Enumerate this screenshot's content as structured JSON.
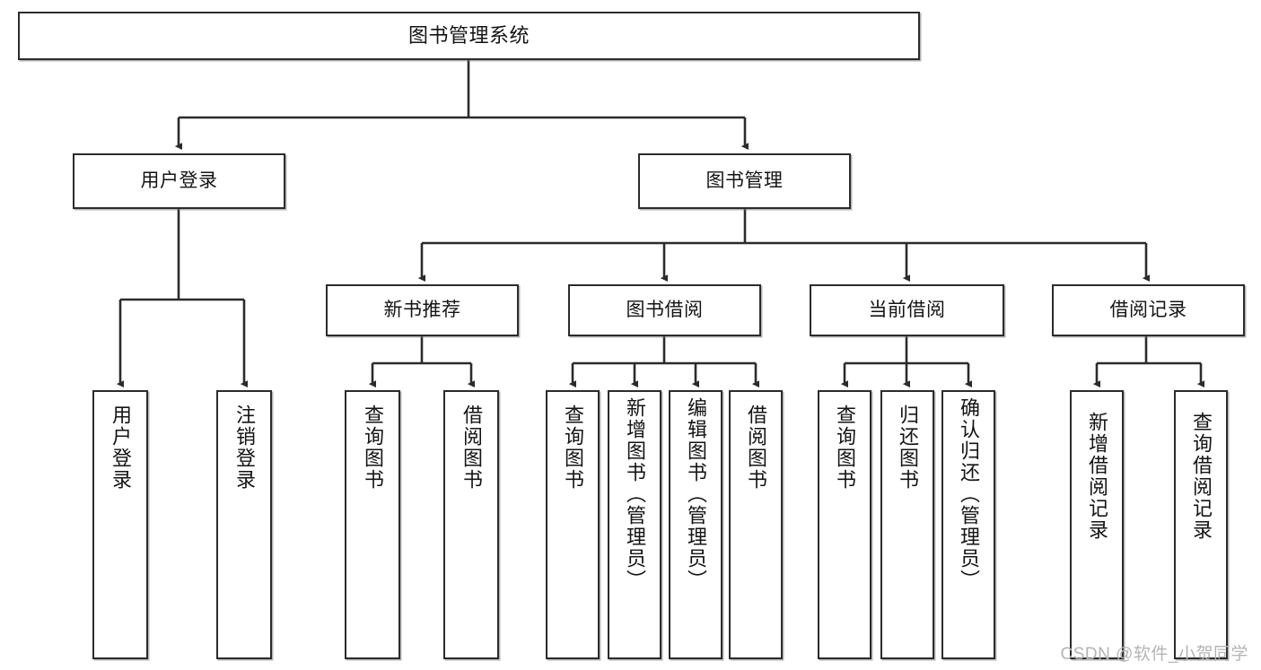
{
  "diagram": {
    "title": "图书管理系统",
    "watermark": "CSDN @软件_小贺同学",
    "stroke_color": "#2b2b2b",
    "background_color": "#ffffff",
    "type": "tree-hierarchy",
    "levels": 4
  },
  "root": {
    "label": "图书管理系统"
  },
  "level2": [
    {
      "label": "用户登录"
    },
    {
      "label": "图书管理"
    }
  ],
  "level3": [
    {
      "label": "新书推荐"
    },
    {
      "label": "图书借阅"
    },
    {
      "label": "当前借阅"
    },
    {
      "label": "借阅记录"
    }
  ],
  "leaves": {
    "user_login": [
      {
        "label": "用户登录"
      },
      {
        "label": "注销登录"
      }
    ],
    "new_book_recommend": [
      {
        "label": "查询图书"
      },
      {
        "label": "借阅图书"
      }
    ],
    "book_borrow": [
      {
        "label": "查询图书"
      },
      {
        "label": "新增图书（管理员）"
      },
      {
        "label": "编辑图书（管理员）"
      },
      {
        "label": "借阅图书"
      }
    ],
    "current_borrow": [
      {
        "label": "查询图书"
      },
      {
        "label": "归还图书"
      },
      {
        "label": "确认归还（管理员）"
      }
    ],
    "borrow_record": [
      {
        "label": "新增借阅记录"
      },
      {
        "label": "查询借阅记录"
      }
    ]
  }
}
